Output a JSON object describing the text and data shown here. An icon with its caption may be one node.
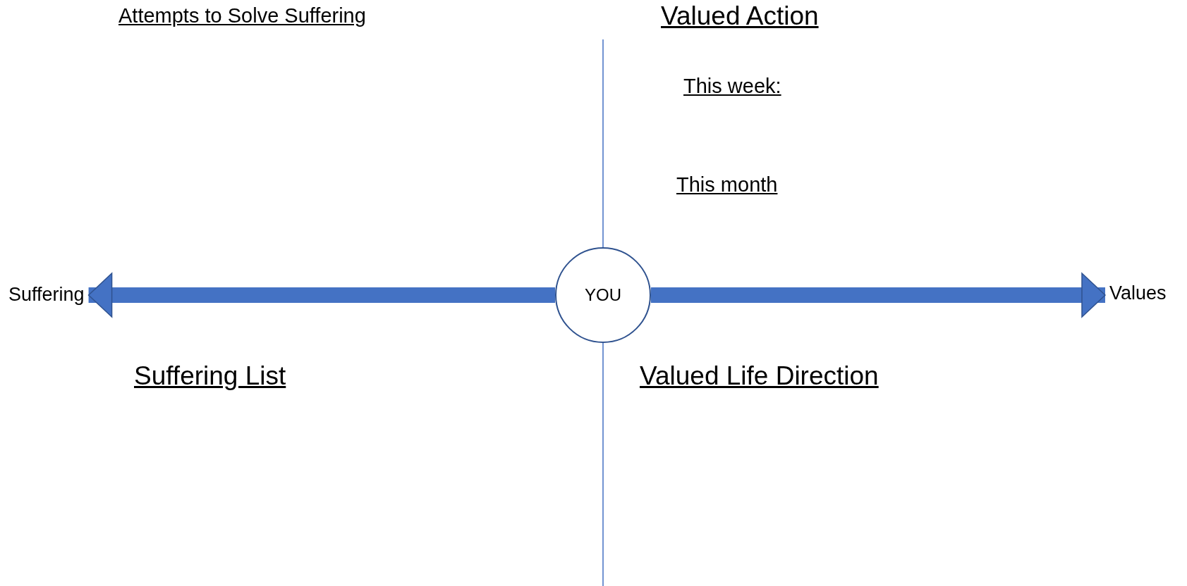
{
  "diagram": {
    "nodes": [
      {
        "text": [
          "YOU"
        ]
      },
      {
        "text": [
          "Suffering"
        ]
      },
      {
        "text": [
          "Values"
        ]
      }
    ],
    "edges": [
      {
        "from": 0,
        "to": 1,
        "arrow": "to"
      },
      {
        "from": 0,
        "to": 2,
        "arrow": "to"
      }
    ],
    "labels": [
      "Attempts to Solve Suffering",
      "Valued Action",
      "This week:",
      "This month",
      "Suffering List",
      "Valued Life Direction"
    ]
  }
}
